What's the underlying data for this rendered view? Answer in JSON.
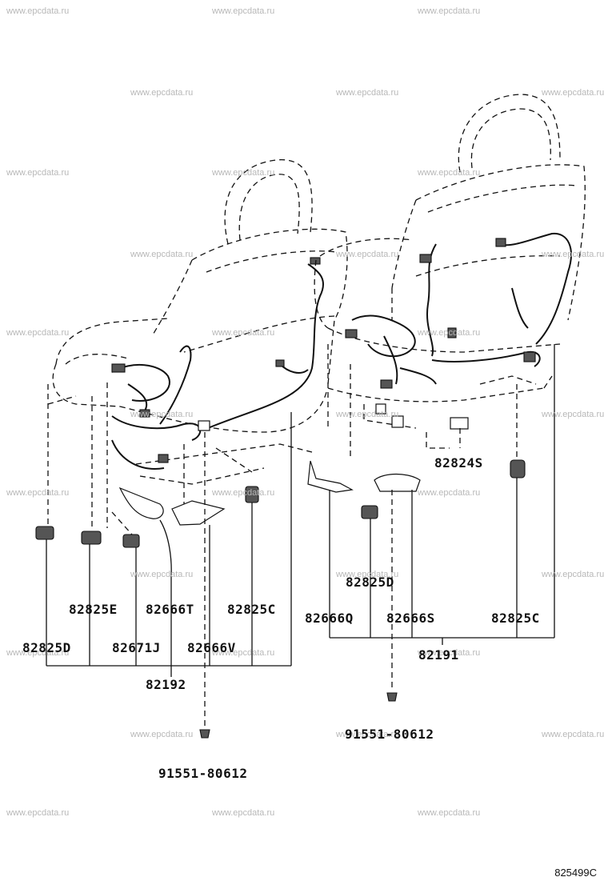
{
  "watermark": "www.epcdata.ru",
  "parts": {
    "p82824S": "82824S",
    "p82825D_right": "82825D",
    "p82825E": "82825E",
    "p82666T": "82666T",
    "p82825C_left": "82825C",
    "p82666Q": "82666Q",
    "p82666S": "82666S",
    "p82825C_right": "82825C",
    "p82825D_left": "82825D",
    "p82671J": "82671J",
    "p82666V": "82666V",
    "p82191": "82191",
    "p82192": "82192",
    "p91551_right": "91551-80612",
    "p91551_left": "91551-80612"
  },
  "diagram_code": "825499C"
}
